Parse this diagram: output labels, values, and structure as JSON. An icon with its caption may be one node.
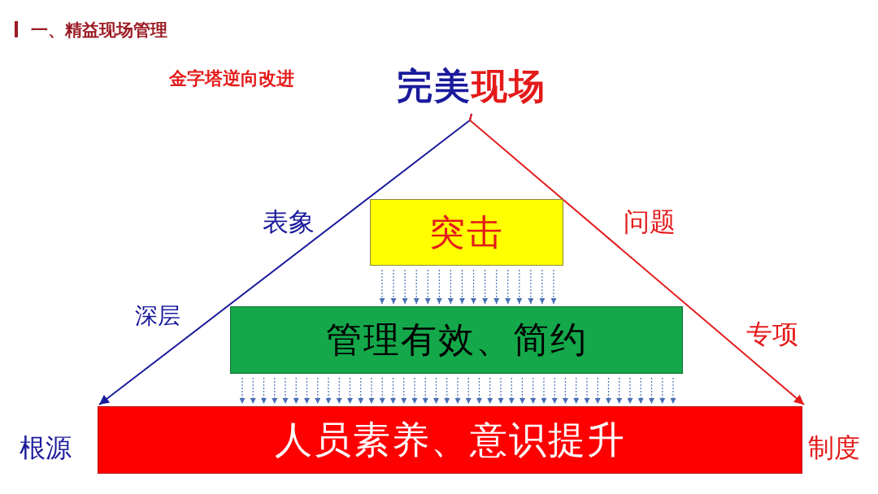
{
  "diagram": {
    "title": "一、精益现场管理",
    "nodes": [
      {
        "text": [
          "完美现场"
        ]
      },
      {
        "text": [
          "突击"
        ]
      },
      {
        "text": [
          "管理有效、简约"
        ]
      },
      {
        "text": [
          "人员素养、意识提升"
        ]
      }
    ],
    "edges": [
      {
        "from": 0,
        "to": 3,
        "arrow": "to",
        "color": "#1a1a9c"
      },
      {
        "from": 0,
        "to": 3,
        "arrow": "to",
        "color": "#e41a1a"
      },
      {
        "from": 1,
        "to": 2,
        "arrow": "to",
        "style": "dashed",
        "color": "#4a6fb5"
      },
      {
        "from": 1,
        "to": 2,
        "arrow": "to",
        "style": "dashed",
        "color": "#4a6fb5"
      },
      {
        "from": 1,
        "to": 2,
        "arrow": "to",
        "style": "dashed",
        "color": "#4a6fb5"
      },
      {
        "from": 1,
        "to": 2,
        "arrow": "to",
        "style": "dashed",
        "color": "#4a6fb5"
      },
      {
        "from": 1,
        "to": 2,
        "arrow": "to",
        "style": "dashed",
        "color": "#4a6fb5"
      },
      {
        "from": 1,
        "to": 2,
        "arrow": "to",
        "style": "dashed",
        "color": "#4a6fb5"
      },
      {
        "from": 1,
        "to": 2,
        "arrow": "to",
        "style": "dashed",
        "color": "#4a6fb5"
      },
      {
        "from": 1,
        "to": 2,
        "arrow": "to",
        "style": "dashed",
        "color": "#4a6fb5"
      },
      {
        "from": 1,
        "to": 2,
        "arrow": "to",
        "style": "dashed",
        "color": "#4a6fb5"
      },
      {
        "from": 1,
        "to": 2,
        "arrow": "to",
        "style": "dashed",
        "color": "#4a6fb5"
      },
      {
        "from": 1,
        "to": 2,
        "arrow": "to",
        "style": "dashed",
        "color": "#4a6fb5"
      },
      {
        "from": 1,
        "to": 2,
        "arrow": "to",
        "style": "dashed",
        "color": "#4a6fb5"
      },
      {
        "from": 1,
        "to": 2,
        "arrow": "to",
        "style": "dashed",
        "color": "#4a6fb5"
      },
      {
        "from": 1,
        "to": 2,
        "arrow": "to",
        "style": "dashed",
        "color": "#4a6fb5"
      },
      {
        "from": 1,
        "to": 2,
        "arrow": "to",
        "style": "dashed",
        "color": "#4a6fb5"
      },
      {
        "from": 1,
        "to": 2,
        "arrow": "to",
        "style": "dashed",
        "color": "#4a6fb5"
      },
      {
        "from": 2,
        "to": 3,
        "arrow": "to",
        "style": "dashed",
        "color": "#4a6fb5"
      },
      {
        "from": 2,
        "to": 3,
        "arrow": "to",
        "style": "dashed",
        "color": "#4a6fb5"
      },
      {
        "from": 2,
        "to": 3,
        "arrow": "to",
        "style": "dashed",
        "color": "#4a6fb5"
      },
      {
        "from": 2,
        "to": 3,
        "arrow": "to",
        "style": "dashed",
        "color": "#4a6fb5"
      },
      {
        "from": 2,
        "to": 3,
        "arrow": "to",
        "style": "dashed",
        "color": "#4a6fb5"
      },
      {
        "from": 2,
        "to": 3,
        "arrow": "to",
        "style": "dashed",
        "color": "#4a6fb5"
      },
      {
        "from": 2,
        "to": 3,
        "arrow": "to",
        "style": "dashed",
        "color": "#4a6fb5"
      },
      {
        "from": 2,
        "to": 3,
        "arrow": "to",
        "style": "dashed",
        "color": "#4a6fb5"
      },
      {
        "from": 2,
        "to": 3,
        "arrow": "to",
        "style": "dashed",
        "color": "#4a6fb5"
      },
      {
        "from": 2,
        "to": 3,
        "arrow": "to",
        "style": "dashed",
        "color": "#4a6fb5"
      },
      {
        "from": 2,
        "to": 3,
        "arrow": "to",
        "style": "dashed",
        "color": "#4a6fb5"
      },
      {
        "from": 2,
        "to": 3,
        "arrow": "to",
        "style": "dashed",
        "color": "#4a6fb5"
      },
      {
        "from": 2,
        "to": 3,
        "arrow": "to",
        "style": "dashed",
        "color": "#4a6fb5"
      },
      {
        "from": 2,
        "to": 3,
        "arrow": "to",
        "style": "dashed",
        "color": "#4a6fb5"
      },
      {
        "from": 2,
        "to": 3,
        "arrow": "to",
        "style": "dashed",
        "color": "#4a6fb5"
      },
      {
        "from": 2,
        "to": 3,
        "arrow": "to",
        "style": "dashed",
        "color": "#4a6fb5"
      },
      {
        "from": 2,
        "to": 3,
        "arrow": "to",
        "style": "dashed",
        "color": "#4a6fb5"
      },
      {
        "from": 2,
        "to": 3,
        "arrow": "to",
        "style": "dashed",
        "color": "#4a6fb5"
      },
      {
        "from": 2,
        "to": 3,
        "arrow": "to",
        "style": "dashed",
        "color": "#4a6fb5"
      },
      {
        "from": 2,
        "to": 3,
        "arrow": "to",
        "style": "dashed",
        "color": "#4a6fb5"
      },
      {
        "from": 2,
        "to": 3,
        "arrow": "to",
        "style": "dashed",
        "color": "#4a6fb5"
      },
      {
        "from": 2,
        "to": 3,
        "arrow": "to",
        "style": "dashed",
        "color": "#4a6fb5"
      },
      {
        "from": 2,
        "to": 3,
        "arrow": "to",
        "style": "dashed",
        "color": "#4a6fb5"
      },
      {
        "from": 2,
        "to": 3,
        "arrow": "to",
        "style": "dashed",
        "color": "#4a6fb5"
      },
      {
        "from": 2,
        "to": 3,
        "arrow": "to",
        "style": "dashed",
        "color": "#4a6fb5"
      },
      {
        "from": 2,
        "to": 3,
        "arrow": "to",
        "style": "dashed",
        "color": "#4a6fb5"
      },
      {
        "from": 2,
        "to": 3,
        "arrow": "to",
        "style": "dashed",
        "color": "#4a6fb5"
      },
      {
        "from": 2,
        "to": 3,
        "arrow": "to",
        "style": "dashed",
        "color": "#4a6fb5"
      },
      {
        "from": 2,
        "to": 3,
        "arrow": "to",
        "style": "dashed",
        "color": "#4a6fb5"
      },
      {
        "from": 2,
        "to": 3,
        "arrow": "to",
        "style": "dashed",
        "color": "#4a6fb5"
      },
      {
        "from": 2,
        "to": 3,
        "arrow": "to",
        "style": "dashed",
        "color": "#4a6fb5"
      },
      {
        "from": 2,
        "to": 3,
        "arrow": "to",
        "style": "dashed",
        "color": "#4a6fb5"
      },
      {
        "from": 2,
        "to": 3,
        "arrow": "to",
        "style": "dashed",
        "color": "#4a6fb5"
      },
      {
        "from": 2,
        "to": 3,
        "arrow": "to",
        "style": "dashed",
        "color": "#4a6fb5"
      },
      {
        "from": 2,
        "to": 3,
        "arrow": "to",
        "style": "dashed",
        "color": "#4a6fb5"
      },
      {
        "from": 2,
        "to": 3,
        "arrow": "to",
        "style": "dashed",
        "color": "#4a6fb5"
      },
      {
        "from": 2,
        "to": 3,
        "arrow": "to",
        "style": "dashed",
        "color": "#4a6fb5"
      },
      {
        "from": 2,
        "to": 3,
        "arrow": "to",
        "style": "dashed",
        "color": "#4a6fb5"
      },
      {
        "from": 2,
        "to": 3,
        "arrow": "to",
        "style": "dashed",
        "color": "#4a6fb5"
      },
      {
        "from": 2,
        "to": 3,
        "arrow": "to",
        "style": "dashed",
        "color": "#4a6fb5"
      },
      {
        "from": 2,
        "to": 3,
        "arrow": "to",
        "style": "dashed",
        "color": "#4a6fb5"
      }
    ],
    "labels": [
      "金字塔逆向改进",
      "表象",
      "问题",
      "深层",
      "专项",
      "根源",
      "制度"
    ]
  }
}
